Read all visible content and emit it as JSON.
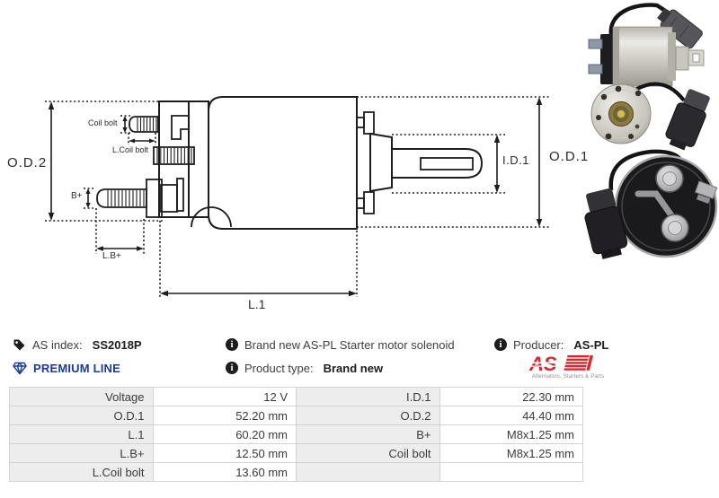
{
  "diagram": {
    "labels": {
      "od2": "O.D.2",
      "od1": "O.D.1",
      "id1": "I.D.1",
      "l1": "L.1",
      "bplus": "B+",
      "lbplus": "L.B+",
      "coil_bolt": "Coil bolt",
      "l_coil_bolt": "L.Coil bolt"
    }
  },
  "info": {
    "as_index_label": "AS index:",
    "as_index_value": "SS2018P",
    "premium_line": "PREMIUM LINE",
    "description": "Brand new AS-PL Starter motor solenoid",
    "product_type_label": "Product type:",
    "product_type_value": "Brand new",
    "producer_label": "Producer:",
    "producer_value": "AS-PL",
    "logo_text": "AS",
    "logo_caption": "Alternators, Starters & Parts"
  },
  "colors": {
    "premium_blue": "#1b3d91",
    "logo_red": "#d7282f",
    "table_label_bg": "#ededed",
    "line_black": "#1d1d1d"
  },
  "table": {
    "rows": [
      {
        "c0": "Voltage",
        "c1": "12 V",
        "c2": "I.D.1",
        "c3": "22.30 mm"
      },
      {
        "c0": "O.D.1",
        "c1": "52.20 mm",
        "c2": "O.D.2",
        "c3": "44.40 mm"
      },
      {
        "c0": "L.1",
        "c1": "60.20 mm",
        "c2": "B+",
        "c3": "M8x1.25 mm"
      },
      {
        "c0": "L.B+",
        "c1": "12.50 mm",
        "c2": "Coil bolt",
        "c3": "M8x1.25 mm"
      },
      {
        "c0": "L.Coil bolt",
        "c1": "13.60 mm",
        "c2": "",
        "c3": ""
      }
    ]
  }
}
